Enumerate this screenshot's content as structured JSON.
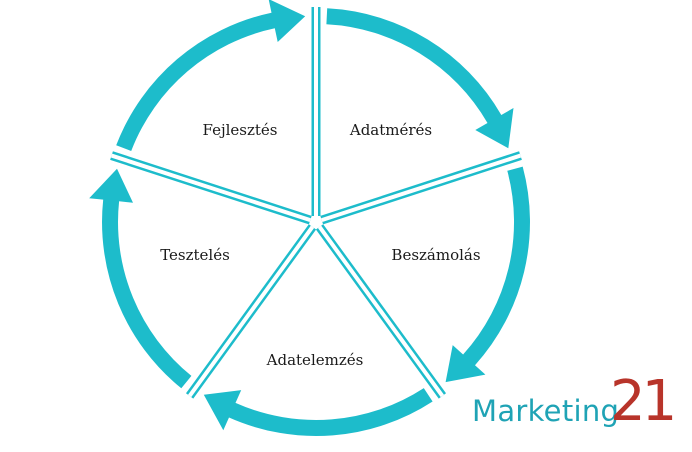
{
  "diagram": {
    "type": "cycle",
    "arrow_color": "#1dbccb",
    "segments": [
      {
        "label": "Adatmérés"
      },
      {
        "label": "Beszámolás"
      },
      {
        "label": "Adatelemzés"
      },
      {
        "label": "Tesztelés"
      },
      {
        "label": "Fejlesztés"
      }
    ]
  },
  "logo": {
    "word": "Marketing",
    "number": "21",
    "word_color": "#1fa3b5",
    "number_color": "#b8342a"
  }
}
